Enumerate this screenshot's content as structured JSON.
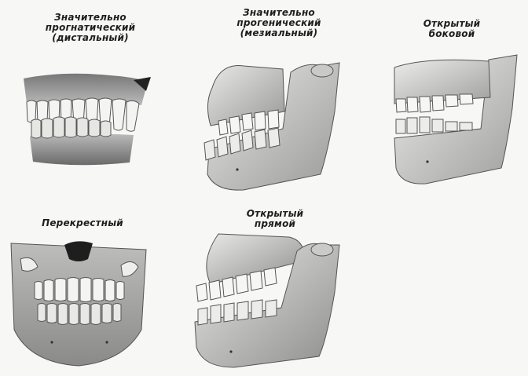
{
  "figure": {
    "panels": [
      {
        "caption": "Значительно\nпрогнатический\n(дистальный)"
      },
      {
        "caption": "Значительно\nпрогенический\n(мезиальный)"
      },
      {
        "caption": "Открытый\nбоковой"
      },
      {
        "caption": "Перекрестный"
      },
      {
        "caption": "Открытый\nпрямой"
      }
    ]
  }
}
